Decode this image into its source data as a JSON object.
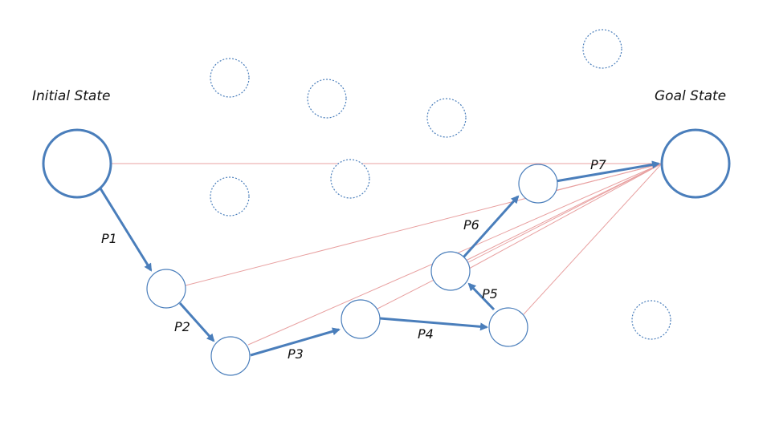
{
  "diagram": {
    "initial_label": "Initial State",
    "goal_label": "Goal State",
    "path_labels": [
      "P1",
      "P2",
      "P3",
      "P4",
      "P5",
      "P6",
      "P7"
    ]
  },
  "colors": {
    "path": "#4a7ebb",
    "heuristic": "#e8a0a0",
    "node_outline": "#4a7ebb",
    "label_text": "#111111"
  }
}
